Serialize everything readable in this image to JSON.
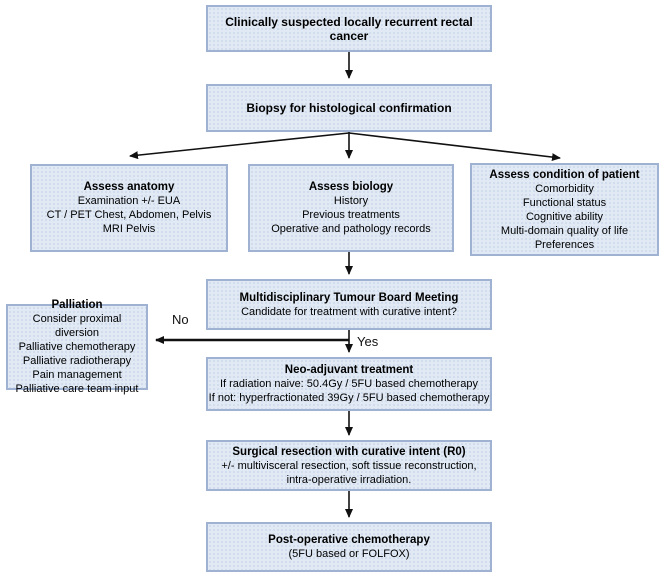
{
  "colors": {
    "box_fill": "#e0e9f4",
    "box_border": "#9fb2d2",
    "arrow": "#1a1a1a",
    "text": "#000000",
    "background": "#ffffff"
  },
  "nodes": {
    "suspected": {
      "title": "Clinically suspected locally recurrent rectal cancer",
      "lines": []
    },
    "biopsy": {
      "title": "Biopsy for histological confirmation",
      "lines": []
    },
    "anatomy": {
      "title": "Assess anatomy",
      "lines": [
        "Examination +/- EUA",
        "CT / PET Chest, Abdomen, Pelvis",
        "MRI Pelvis"
      ]
    },
    "biology": {
      "title": "Assess biology",
      "lines": [
        "History",
        "Previous treatments",
        "Operative and pathology records"
      ]
    },
    "condition": {
      "title": "Assess condition of patient",
      "lines": [
        "Comorbidity",
        "Functional status",
        "Cognitive ability",
        "Multi-domain quality of life",
        "Preferences"
      ]
    },
    "mdt": {
      "title": "Multidisciplinary Tumour Board Meeting",
      "lines": [
        "Candidate for treatment with curative intent?"
      ]
    },
    "palliation": {
      "title": "Palliation",
      "lines": [
        "Consider proximal diversion",
        "Palliative chemotherapy",
        "Palliative radiotherapy",
        "Pain management",
        "Palliative care team input"
      ]
    },
    "neoadjuvant": {
      "title": "Neo-adjuvant treatment",
      "lines": [
        "If radiation naive: 50.4Gy / 5FU based chemotherapy",
        "If not: hyperfractionated 39Gy / 5FU based chemotherapy"
      ]
    },
    "surgery": {
      "title": "Surgical resection with curative intent (R0)",
      "lines": [
        "+/- multivisceral resection, soft tissue reconstruction, intra-operative irradiation."
      ]
    },
    "postop": {
      "title": "Post-operative chemotherapy",
      "lines": [
        "(5FU based or FOLFOX)"
      ]
    }
  },
  "edge_labels": {
    "no": "No",
    "yes": "Yes"
  }
}
